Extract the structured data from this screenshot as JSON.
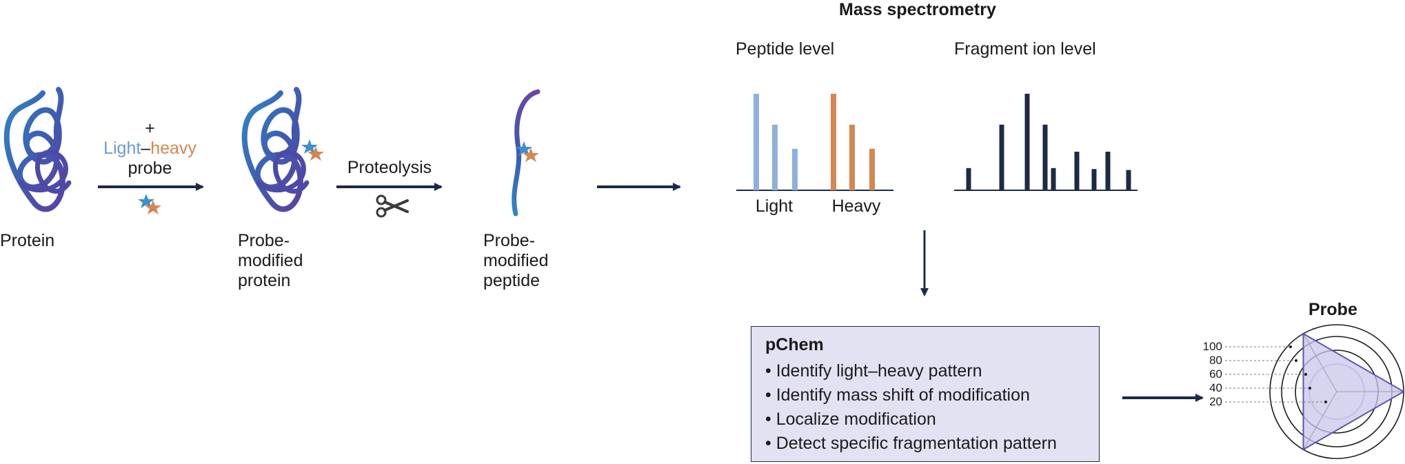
{
  "workflow": {
    "protein_label": "Protein",
    "reagent": {
      "plus": "+",
      "light": "Light",
      "dash": "–",
      "heavy": "heavy",
      "probe": "probe"
    },
    "modified_protein_label": [
      "Probe-",
      "modified",
      "protein"
    ],
    "proteolysis_label": "Proteolysis",
    "modified_peptide_label": [
      "Probe-",
      "modified",
      "peptide"
    ]
  },
  "mass_spec": {
    "title": "Mass spectrometry",
    "peptide_panel": {
      "title": "Peptide level",
      "light_label": "Light",
      "heavy_label": "Heavy"
    },
    "fragment_panel": {
      "title": "Fragment ion level"
    }
  },
  "pchem": {
    "title": "pChem",
    "items": [
      "• Identify light–heavy pattern",
      "• Identify mass shift of modification",
      "• Localize modification",
      "• Detect specific fragmentation pattern"
    ]
  },
  "radar": {
    "title": "Probe",
    "ticks": [
      "100",
      "80",
      "60",
      "40",
      "20"
    ]
  },
  "colors": {
    "light": "#8fb0dc",
    "heavy": "#d5874f",
    "dark": "#1c2a45",
    "box_fill": "#e3e2f3",
    "radar_fill": "#c8c6ea"
  },
  "chart_data": [
    {
      "type": "bar",
      "title": "Peptide level",
      "categories": [
        "Light",
        "Heavy"
      ],
      "series": [
        {
          "name": "Light",
          "values": [
            100,
            68,
            43
          ]
        },
        {
          "name": "Heavy",
          "values": [
            100,
            68,
            43
          ]
        }
      ]
    },
    {
      "type": "bar",
      "title": "Fragment ion level",
      "values": [
        23,
        68,
        100,
        68,
        23,
        40,
        22,
        40,
        21
      ]
    },
    {
      "type": "radar",
      "title": "Probe",
      "axis_ticks": [
        20,
        40,
        60,
        80,
        100
      ],
      "values": [
        100,
        100,
        100
      ]
    }
  ]
}
